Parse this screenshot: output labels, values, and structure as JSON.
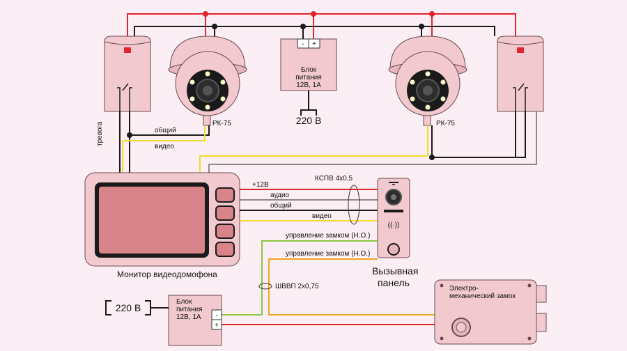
{
  "diagram": {
    "power_top": {
      "title_line1": "Блок",
      "title_line2": "питания",
      "title_line3": "12В, 1А",
      "minus": "-",
      "plus": "+",
      "mains": "220 В"
    },
    "power_bottom": {
      "title_line1": "Блок",
      "title_line2": "питания",
      "title_line3": "12В, 1А",
      "minus": "-",
      "plus": "+",
      "mains": "220 В"
    },
    "camera_left_label": "РК-75",
    "camera_right_label": "РК-75",
    "wire_labels": {
      "alarm": "тревога",
      "common_top": "общий",
      "video_top": "видео",
      "plus12": "+12В",
      "audio": "аудио",
      "common": "общий",
      "video": "видео",
      "lock_control_1": "управление замком (Н.О.)",
      "lock_control_2": "управление замком (Н.О.)"
    },
    "cable_kspv": "КСПВ 4х0,5",
    "cable_shvvp": "ШВВП 2х0,75",
    "monitor_label": "Монитор видеодомофона",
    "call_panel_line1": "Вызывная",
    "call_panel_line2": "панель",
    "lock_line1": "Электро-",
    "lock_line2": "механический замок",
    "colors": {
      "red": "#e0242c",
      "black": "#1a1a1a",
      "yellow": "#f1dc2a",
      "gray": "#8a8a8a",
      "green": "#8dc63f",
      "orange": "#f5a623",
      "device": "#f3c9d0",
      "device_stroke": "#6a4a50"
    }
  }
}
